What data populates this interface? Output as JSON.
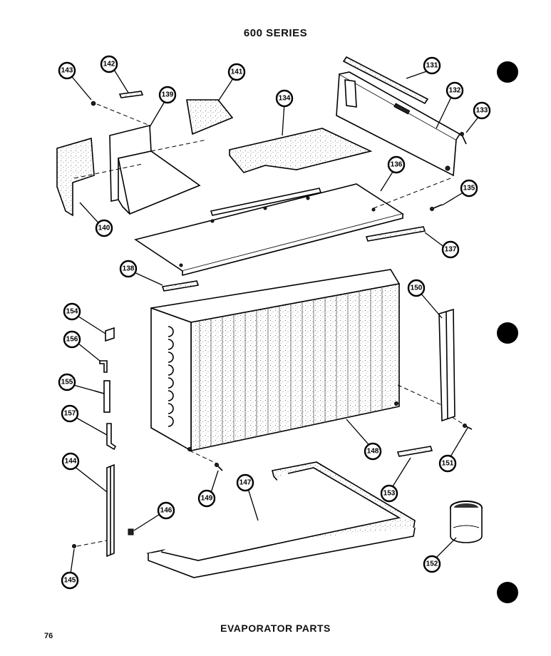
{
  "page": {
    "title": "600 SERIES",
    "footer": "EVAPORATOR PARTS",
    "page_number": "76"
  },
  "callouts": {
    "c131": "131",
    "c132": "132",
    "c133": "133",
    "c134": "134",
    "c135": "135",
    "c136": "136",
    "c137": "137",
    "c138": "138",
    "c139": "139",
    "c140": "140",
    "c141": "141",
    "c142": "142",
    "c143": "143",
    "c144": "144",
    "c145": "145",
    "c146": "146",
    "c147": "147",
    "c148": "148",
    "c149": "149",
    "c150": "150",
    "c151": "151",
    "c152": "152",
    "c153": "153",
    "c154": "154",
    "c155": "155",
    "c156": "156",
    "c157": "157"
  }
}
